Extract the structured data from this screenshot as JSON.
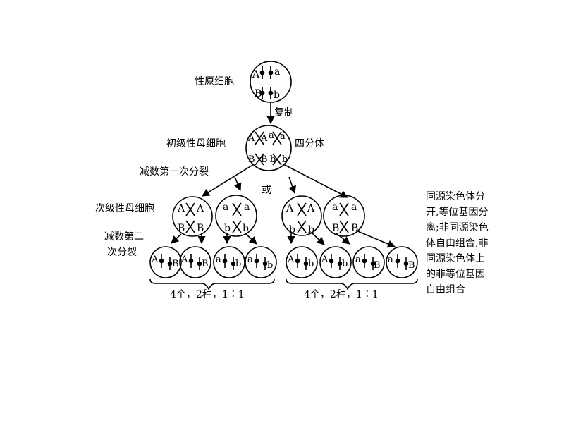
{
  "labels": {
    "oogonium": "性原细胞",
    "replication": "复制",
    "primary_cell": "初级性母细胞",
    "tetrad": "四分体",
    "meiosis_one": "减数第一次分裂",
    "or": "或",
    "secondary_cell": "次级性母细胞",
    "meiosis_two_line1": "减数第二",
    "meiosis_two_line2": "次分裂",
    "result_left": "4个，2种，1∶1",
    "result_right": "4个，2种，1∶1"
  },
  "note_lines": [
    "同源染色体分",
    "开,等位基因分",
    "离;非同源染色",
    "体自由组合,非",
    "同源染色体上",
    "的非等位基因",
    "自由组合"
  ],
  "cells": {
    "original": [
      "A",
      "a",
      "B",
      "b"
    ],
    "primary": [
      "A",
      "A",
      "a",
      "a",
      "B",
      "B",
      "b",
      "b"
    ],
    "secondary": [
      [
        "A",
        "A",
        "B",
        "B"
      ],
      [
        "a",
        "a",
        "b",
        "b"
      ],
      [
        "A",
        "A",
        "b",
        "b"
      ],
      [
        "a",
        "a",
        "B",
        "B"
      ]
    ],
    "gametes": [
      [
        "A",
        "B"
      ],
      [
        "A",
        "B"
      ],
      [
        "a",
        "b"
      ],
      [
        "a",
        "b"
      ],
      [
        "A",
        "b"
      ],
      [
        "A",
        "b"
      ],
      [
        "a",
        "B"
      ],
      [
        "a",
        "B"
      ]
    ]
  }
}
